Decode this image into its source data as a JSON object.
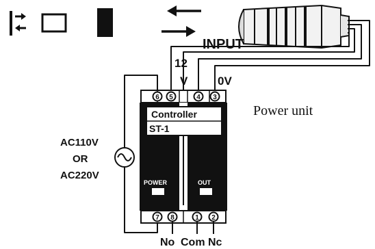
{
  "labels": {
    "input": "INPUT",
    "v12_a": "12",
    "v12_b": "V",
    "zero_v": "0V",
    "power_unit": "Power unit",
    "ac110": "AC110V",
    "or": "OR",
    "ac220": "AC220V",
    "controller": "Controller",
    "model": "ST-1",
    "power_led": "POWER",
    "out_led": "OUT",
    "no": "No",
    "com": "Com",
    "nc": "Nc"
  },
  "top_pins": [
    "6",
    "5",
    "4",
    "3"
  ],
  "bottom_pins": [
    "7",
    "8",
    "1",
    "2"
  ],
  "icons": {
    "light_source": "emitter-receiver-icon",
    "blocker": "obstacle-block-icon",
    "direction": "bidirectional-arrows-icon",
    "sensor": "cylindrical-sensor-icon",
    "ac_source": "ac-sine-source-icon"
  }
}
